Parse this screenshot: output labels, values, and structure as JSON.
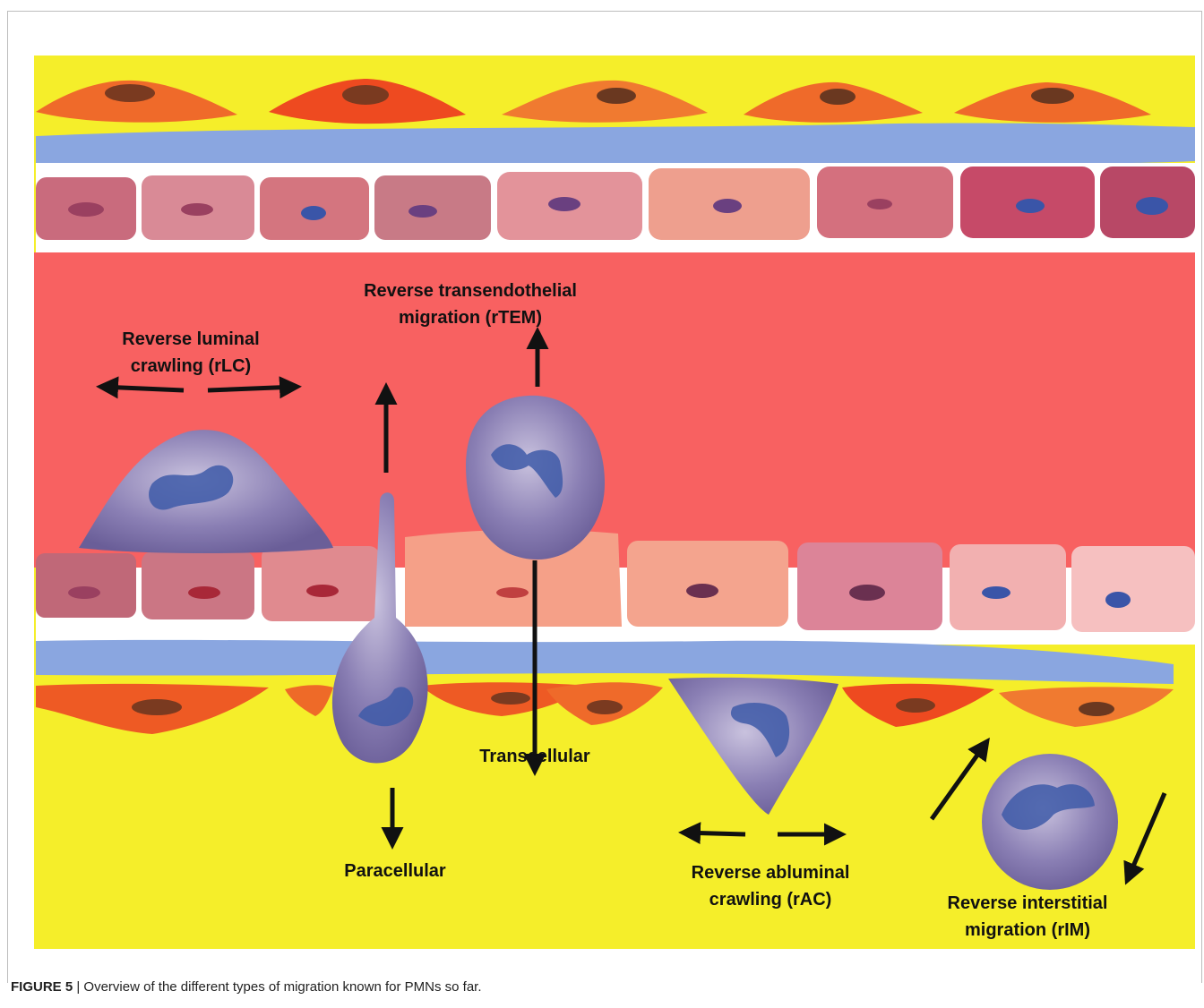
{
  "labels": {
    "rlc": "Reverse luminal\ncrawling (rLC)",
    "rtem": "Reverse transendothelial\nmigration  (rTEM)",
    "paracellular": "Paracellular",
    "transcellular": "Transcellular",
    "rac": "Reverse abluminal\ncrawling (rAC)",
    "rim": "Reverse interstitial\nmigration (rIM)"
  },
  "caption": {
    "figure": "FIGURE 5",
    "separator": " | ",
    "text": "Overview of the different types of migration known for PMNs so far."
  },
  "colors": {
    "interstitium": "#f5ee2a",
    "lumen": "#f86161",
    "pericyte": "#ef6a2a",
    "basement_membrane": "#8aa6e0",
    "endothelium": "#d27a88",
    "neutrophil": "#7d6fa8"
  }
}
